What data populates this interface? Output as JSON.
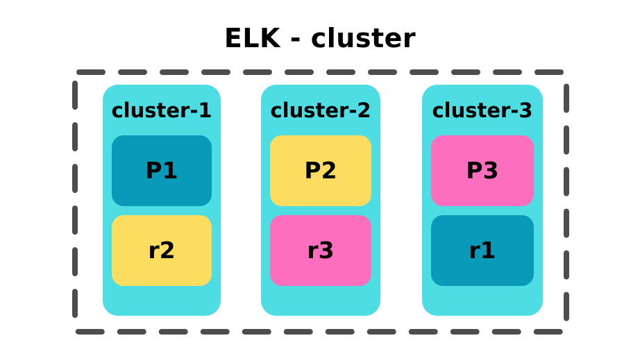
{
  "diagram": {
    "title": "ELK - cluster",
    "boundary": {
      "style": "dashed",
      "color": "#4d4d4d",
      "stroke_width": 8,
      "dash": 34,
      "gap": 26,
      "corner_radius": 6
    },
    "colors": {
      "background": "#ffffff",
      "cluster_container": "#4fdde4",
      "teal": "#0a9ab9",
      "yellow": "#fcdd60",
      "pink": "#fd6fbe",
      "text": "#000000",
      "boundary": "#4d4d4d"
    },
    "clusters": [
      {
        "label": "cluster-1",
        "shards": [
          {
            "label": "P1",
            "role": "primary",
            "color_name": "teal",
            "color": "#0a9ab9"
          },
          {
            "label": "r2",
            "role": "replica",
            "color_name": "yellow",
            "color": "#fcdd60"
          }
        ]
      },
      {
        "label": "cluster-2",
        "shards": [
          {
            "label": "P2",
            "role": "primary",
            "color_name": "yellow",
            "color": "#fcdd60"
          },
          {
            "label": "r3",
            "role": "replica",
            "color_name": "pink",
            "color": "#fd6fbe"
          }
        ]
      },
      {
        "label": "cluster-3",
        "shards": [
          {
            "label": "P3",
            "role": "primary",
            "color_name": "pink",
            "color": "#fd6fbe"
          },
          {
            "label": "r1",
            "role": "replica",
            "color_name": "teal",
            "color": "#0a9ab9"
          }
        ]
      }
    ]
  }
}
